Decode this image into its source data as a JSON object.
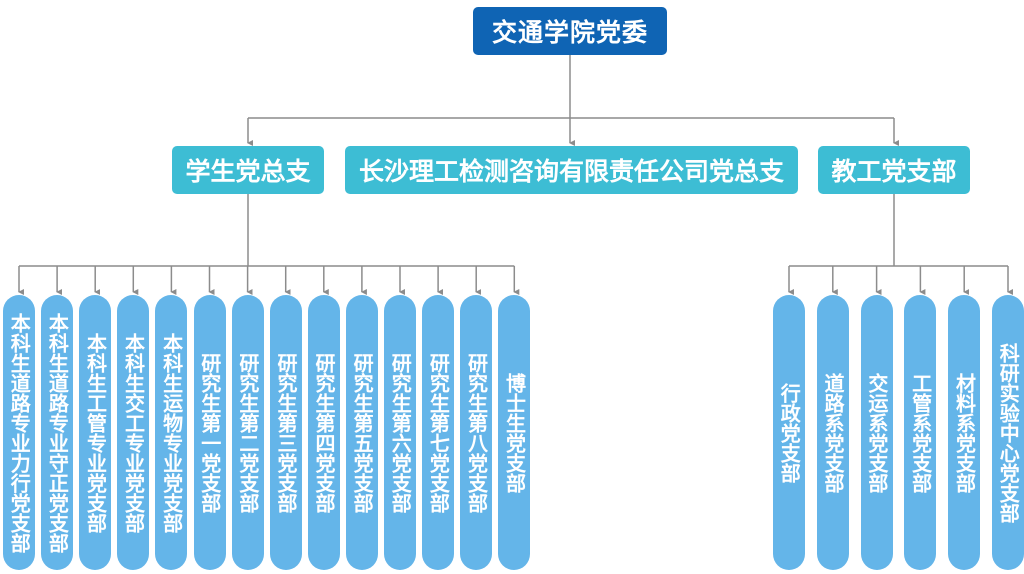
{
  "root": {
    "label": "交通学院党委"
  },
  "branches": {
    "student": {
      "label": "学生党总支"
    },
    "company": {
      "label": "长沙理工检测咨询有限责任公司党总支"
    },
    "staff": {
      "label": "教工党支部"
    }
  },
  "student_units": [
    "本科生道路专业力行党支部",
    "本科生道路专业守正党支部",
    "本科生工管专业党支部",
    "本科生交工专业党支部",
    "本科生运物专业党支部",
    "研究生第一党支部",
    "研究生第二党支部",
    "研究生第三党支部",
    "研究生第四党支部",
    "研究生第五党支部",
    "研究生第六党支部",
    "研究生第七党支部",
    "研究生第八党支部",
    "博士生党支部"
  ],
  "staff_units": [
    "行政党支部",
    "道路系党支部",
    "交运系党支部",
    "工管系党支部",
    "材料系党支部",
    "科研实验中心党支部"
  ],
  "colors": {
    "root": "#0f64b4",
    "branch": "#3dbdd4",
    "leaf": "#64b5e9",
    "connector": "#8c8c8c"
  }
}
